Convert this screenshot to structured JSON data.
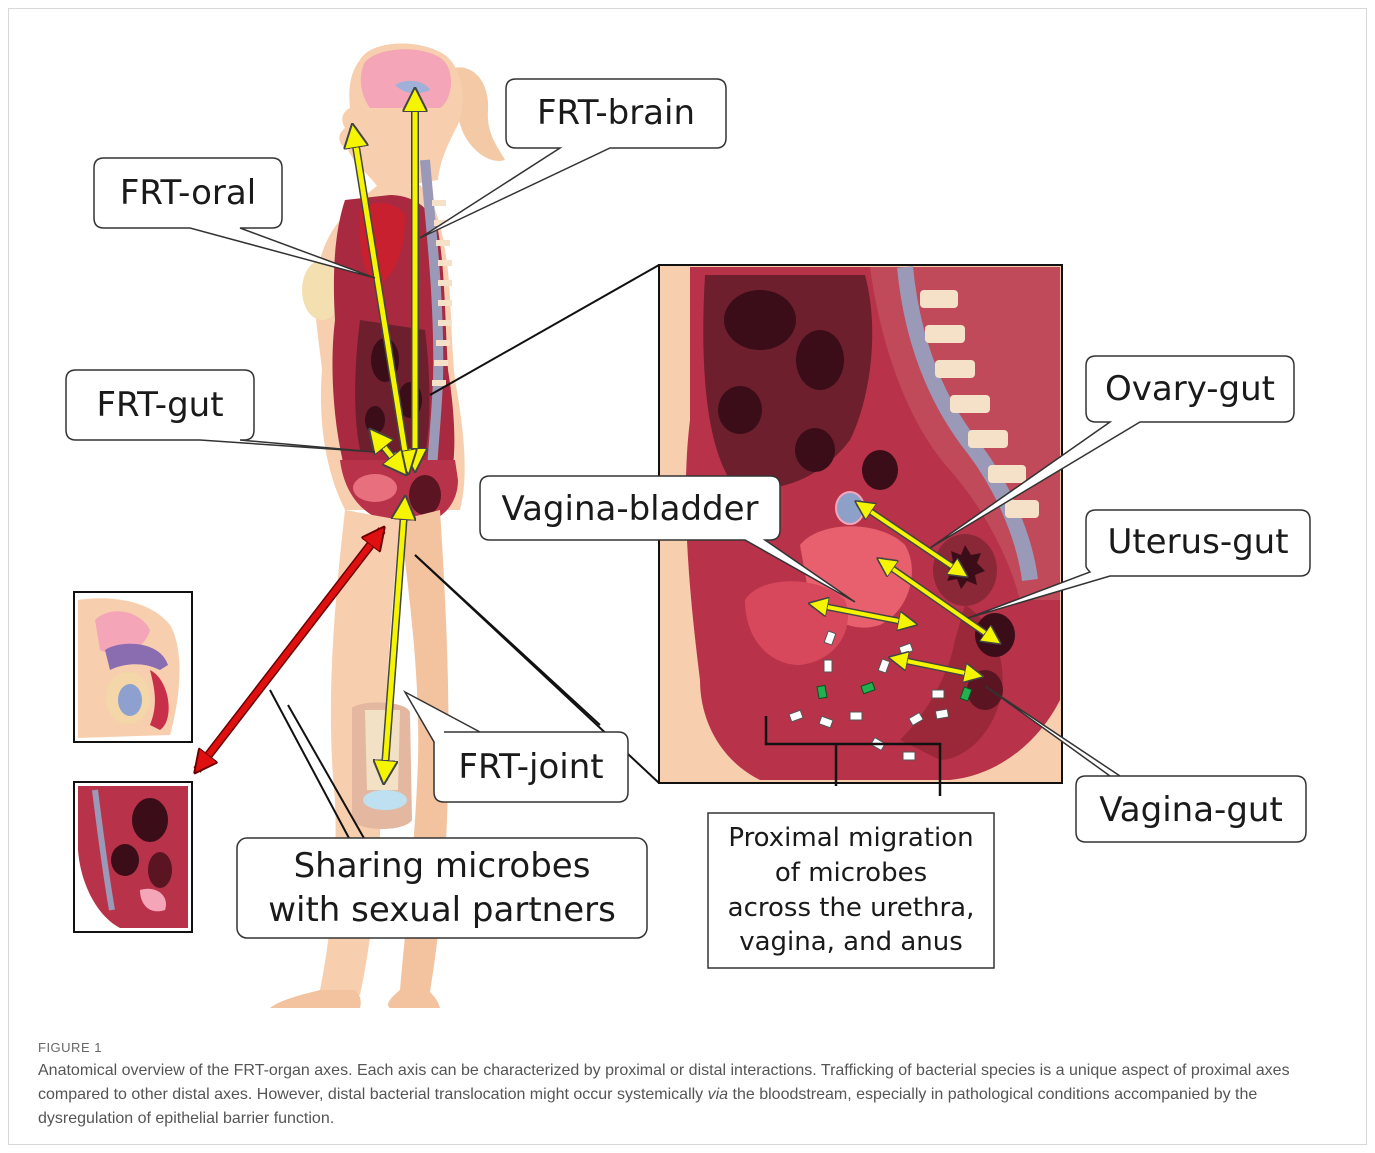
{
  "axes": {
    "frt_brain": "FRT-brain",
    "frt_oral": "FRT-oral",
    "frt_gut": "FRT-gut",
    "frt_joint": "FRT-joint",
    "ovary_gut": "Ovary-gut",
    "vagina_bladder": "Vagina-bladder",
    "uterus_gut": "Uterus-gut",
    "vagina_gut": "Vagina-gut"
  },
  "sharing": {
    "line1": "Sharing microbes",
    "line2": "with sexual partners"
  },
  "migration": {
    "line1": "Proximal migration",
    "line2": "of microbes",
    "line3": "across the urethra,",
    "line4": "vagina, and anus"
  },
  "caption": {
    "label": "FIGURE 1",
    "part1": "Anatomical overview of the FRT-organ axes. Each axis can be characterized by proximal or distal interactions. Trafficking of bacterial species is a unique aspect of proximal axes compared to other distal axes. However, distal bacterial translocation might occur systemically ",
    "via": "via",
    "part2": " the bloodstream, especially in pathological conditions accompanied by the dysregulation of epithelial barrier function."
  },
  "colors": {
    "skin": "#f7cfae",
    "tissue": "#b8334a",
    "tissue_dark": "#6e1f2e",
    "arrow_yellow": "#f5f500",
    "arrow_red": "#e01010",
    "spine": "#9a9ab8"
  }
}
